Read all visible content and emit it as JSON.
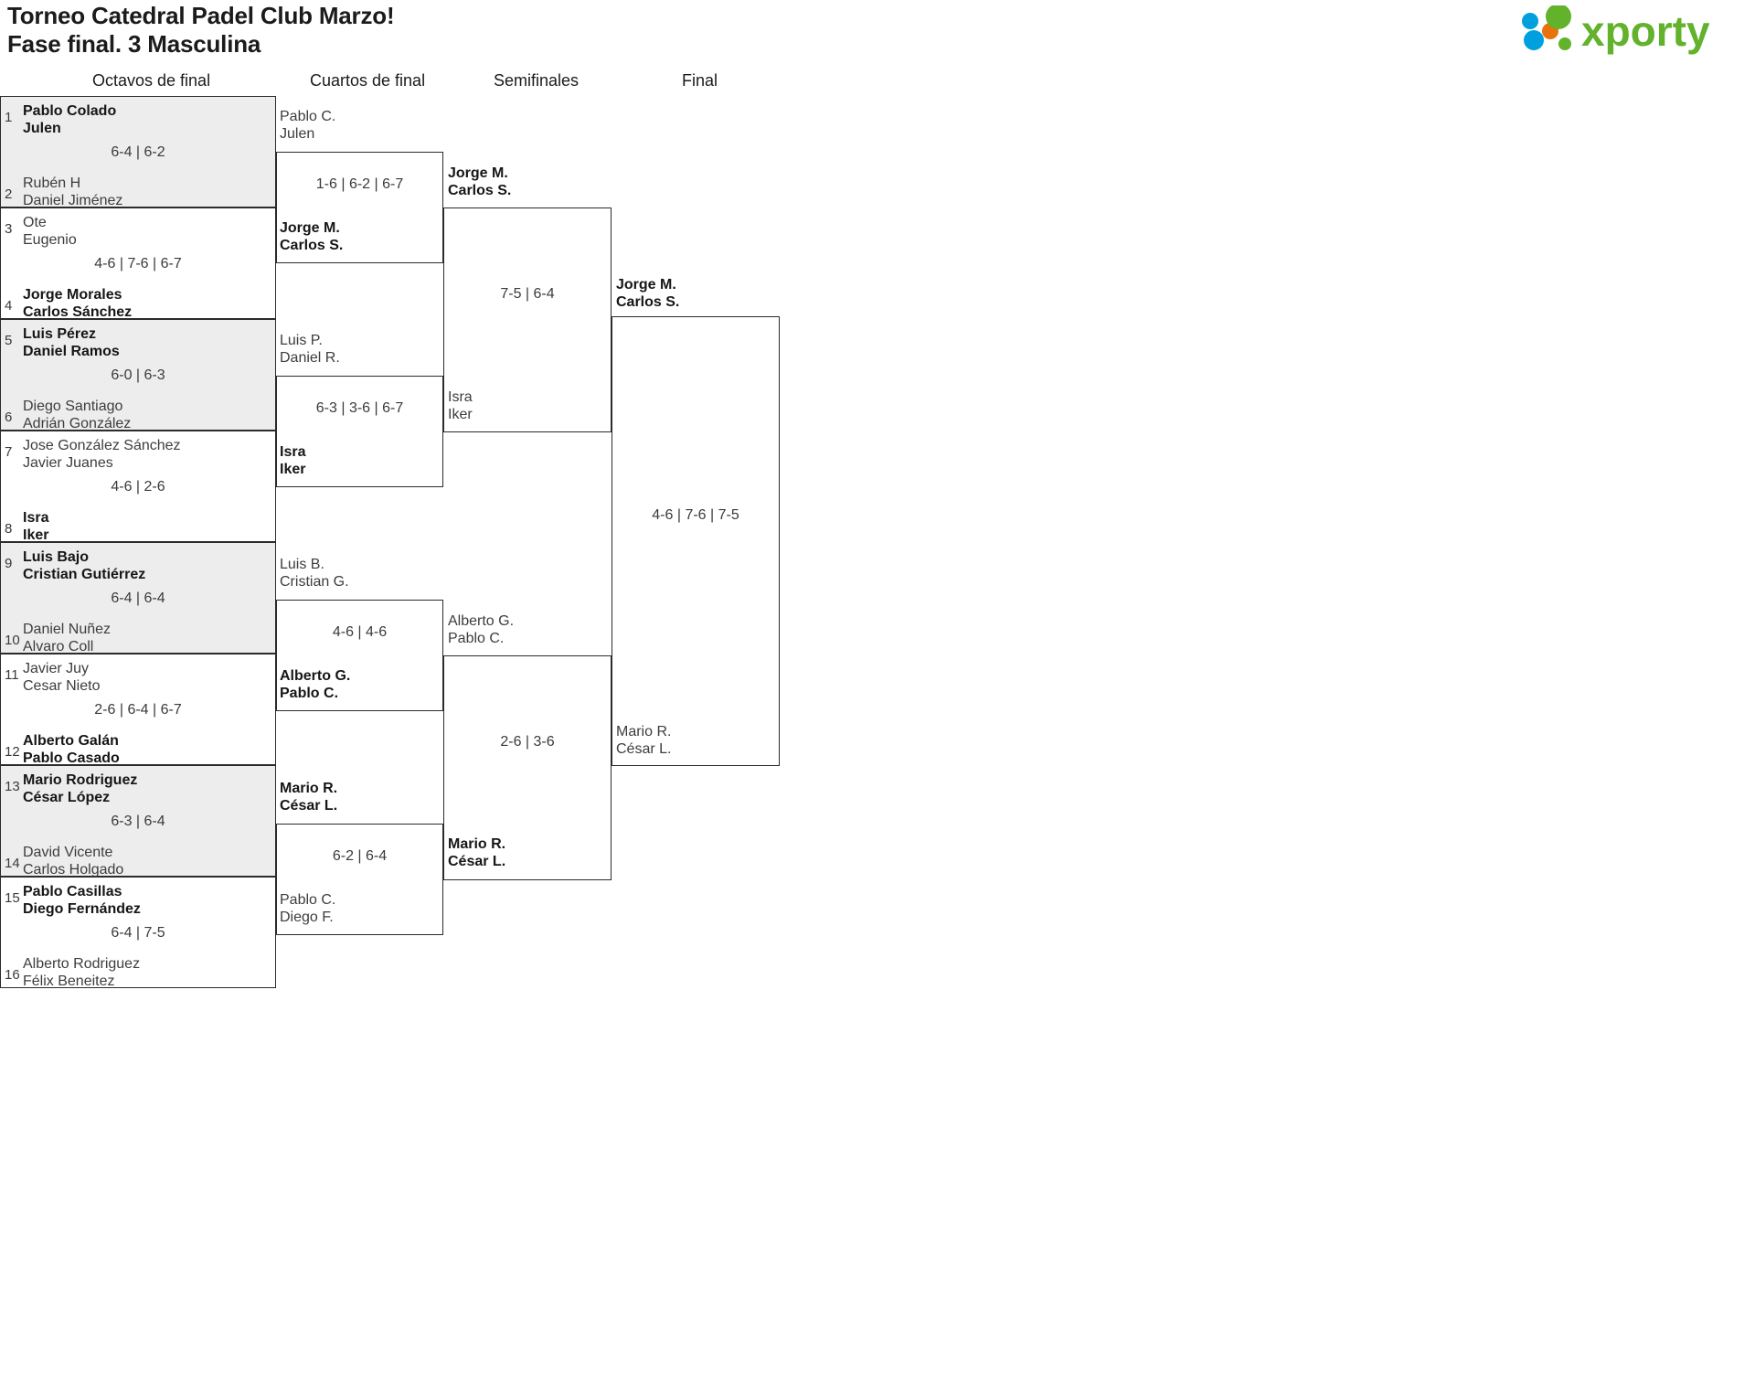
{
  "header": {
    "title_line1": "Torneo Catedral Padel Club Marzo!",
    "title_line2": "Fase final. 3 Masculina",
    "logo_text": "xporty",
    "logo_colors": {
      "blue": "#00a0df",
      "orange": "#e8730c",
      "green": "#62b22c"
    }
  },
  "rounds": [
    {
      "label": "Octavos de final"
    },
    {
      "label": "Cuartos de final"
    },
    {
      "label": "Semifinales"
    },
    {
      "label": "Final"
    }
  ],
  "round1": [
    {
      "seed_top": "1",
      "top_p1": "Pablo Colado",
      "top_p2": "Julen",
      "top_win": true,
      "seed_bot": "2",
      "bot_p1": "Rubén H",
      "bot_p2": "Daniel Jiménez",
      "bot_win": false,
      "score": "6-4 | 6-2",
      "shade": true
    },
    {
      "seed_top": "3",
      "top_p1": "Ote",
      "top_p2": "Eugenio",
      "top_win": false,
      "seed_bot": "4",
      "bot_p1": "Jorge Morales",
      "bot_p2": "Carlos Sánchez",
      "bot_win": true,
      "score": "4-6 | 7-6 | 6-7",
      "shade": false
    },
    {
      "seed_top": "5",
      "top_p1": "Luis Pérez",
      "top_p2": "Daniel Ramos",
      "top_win": true,
      "seed_bot": "6",
      "bot_p1": "Diego Santiago",
      "bot_p2": "Adrián González",
      "bot_win": false,
      "score": "6-0 | 6-3",
      "shade": true
    },
    {
      "seed_top": "7",
      "top_p1": "Jose González Sánchez",
      "top_p2": "Javier Juanes",
      "top_win": false,
      "seed_bot": "8",
      "bot_p1": "Isra",
      "bot_p2": "Iker",
      "bot_win": true,
      "score": "4-6 | 2-6",
      "shade": false
    },
    {
      "seed_top": "9",
      "top_p1": "Luis Bajo",
      "top_p2": "Cristian Gutiérrez",
      "top_win": true,
      "seed_bot": "10",
      "bot_p1": "Daniel Nuñez",
      "bot_p2": "Alvaro Coll",
      "bot_win": false,
      "score": "6-4 | 6-4",
      "shade": true
    },
    {
      "seed_top": "11",
      "top_p1": "Javier Juy",
      "top_p2": "Cesar Nieto",
      "top_win": false,
      "seed_bot": "12",
      "bot_p1": "Alberto Galán",
      "bot_p2": "Pablo Casado",
      "bot_win": true,
      "score": "2-6 | 6-4 | 6-7",
      "shade": false
    },
    {
      "seed_top": "13",
      "top_p1": "Mario Rodriguez",
      "top_p2": "César López",
      "top_win": true,
      "seed_bot": "14",
      "bot_p1": "David Vicente",
      "bot_p2": "Carlos Holgado",
      "bot_win": false,
      "score": "6-3 | 6-4",
      "shade": true
    },
    {
      "seed_top": "15",
      "top_p1": "Pablo Casillas",
      "top_p2": "Diego Fernández",
      "top_win": true,
      "seed_bot": "16",
      "bot_p1": "Alberto Rodriguez",
      "bot_p2": "Félix Beneitez",
      "bot_win": false,
      "score": "6-4 | 7-5",
      "shade": false
    }
  ],
  "quarters": [
    {
      "top_p1": "Pablo C.",
      "top_p2": "Julen",
      "top_win": false,
      "bot_p1": "Jorge M.",
      "bot_p2": "Carlos S.",
      "bot_win": true,
      "score": "1-6 | 6-2 | 6-7"
    },
    {
      "top_p1": "Luis P.",
      "top_p2": "Daniel R.",
      "top_win": false,
      "bot_p1": "Isra",
      "bot_p2": "Iker",
      "bot_win": true,
      "score": "6-3 | 3-6 | 6-7"
    },
    {
      "top_p1": "Luis B.",
      "top_p2": "Cristian G.",
      "top_win": false,
      "bot_p1": "Alberto G.",
      "bot_p2": "Pablo C.",
      "bot_win": true,
      "score": "4-6 | 4-6"
    },
    {
      "top_p1": "Mario R.",
      "top_p2": "César L.",
      "top_win": true,
      "bot_p1": "Pablo C.",
      "bot_p2": "Diego F.",
      "bot_win": false,
      "score": "6-2 | 6-4"
    }
  ],
  "semis": [
    {
      "top_p1": "Jorge M.",
      "top_p2": "Carlos S.",
      "top_win": true,
      "bot_p1": "Isra",
      "bot_p2": "Iker",
      "bot_win": false,
      "score": "7-5 | 6-4"
    },
    {
      "top_p1": "Alberto G.",
      "top_p2": "Pablo C.",
      "top_win": false,
      "bot_p1": "Mario R.",
      "bot_p2": "César L.",
      "bot_win": true,
      "score": "2-6 | 3-6"
    }
  ],
  "final": {
    "top_p1": "Jorge M.",
    "top_p2": "Carlos S.",
    "top_win": true,
    "bot_p1": "Mario R.",
    "bot_p2": "César L.",
    "bot_win": false,
    "score": "4-6 | 7-6 | 7-5"
  }
}
